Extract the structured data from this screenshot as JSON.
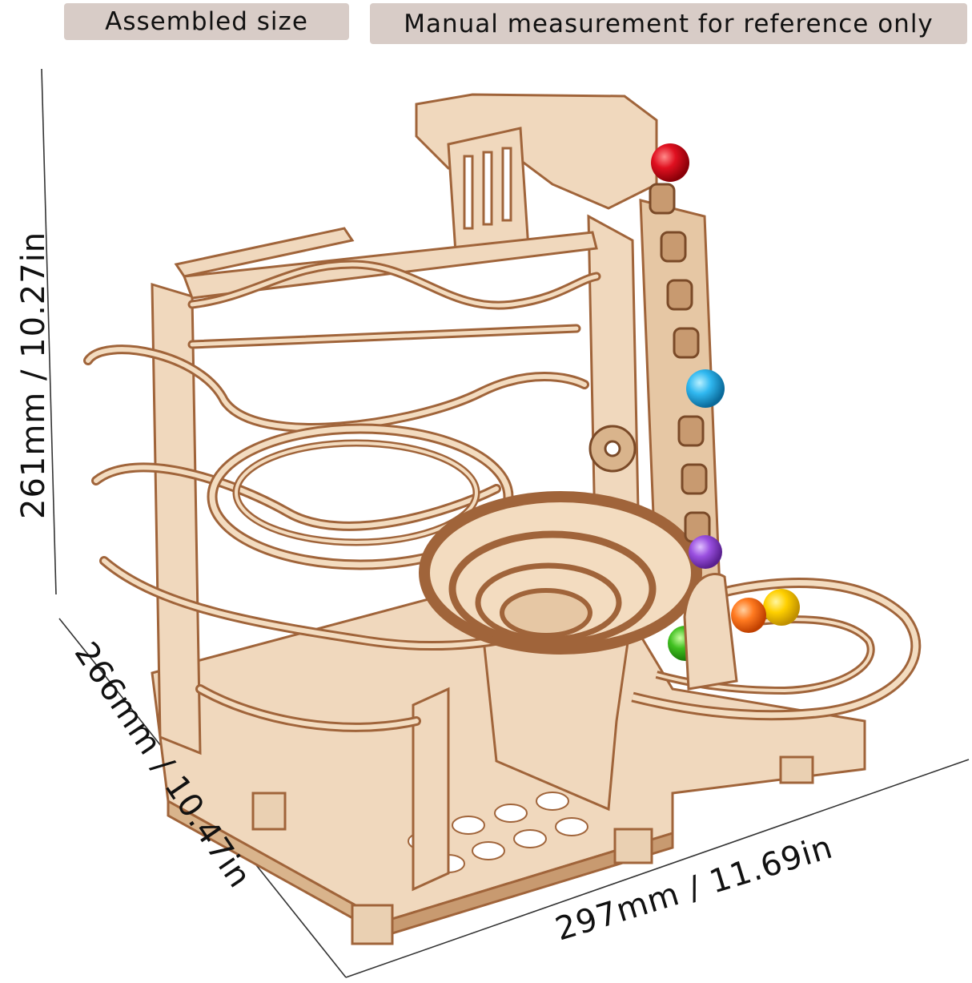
{
  "badges": {
    "assembled": "Assembled size",
    "note": "Manual measurement for reference only"
  },
  "dimensions": {
    "height": "261mm / 10.27in",
    "depth": "266mm / 10.47in",
    "width": "297mm / 11.69in"
  },
  "colors": {
    "badge_bg": "#d8ccc7",
    "wood_light": "#f0d8bd",
    "wood_edge": "#a0643a",
    "ball_red": "#e01020",
    "ball_blue": "#30b8f0",
    "ball_purple": "#9a50e0",
    "ball_orange": "#ff7a20",
    "ball_yellow": "#ffd000",
    "ball_green": "#40c020",
    "ball_magenta": "#9a2090"
  }
}
